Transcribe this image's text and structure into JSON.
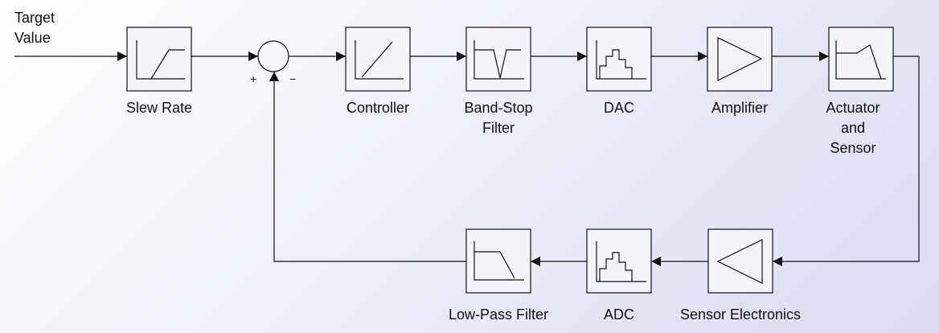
{
  "input_label": "Target\nValue",
  "sum_plus": "+",
  "sum_minus": "−",
  "blocks": {
    "slew_rate": "Slew Rate",
    "controller": "Controller",
    "band_stop": "Band-Stop\nFilter",
    "dac": "DAC",
    "amplifier": "Amplifier",
    "actuator": "Actuator\nand\nSensor",
    "sensor_electronics": "Sensor Electronics",
    "adc": "ADC",
    "low_pass": "Low-Pass Filter"
  }
}
